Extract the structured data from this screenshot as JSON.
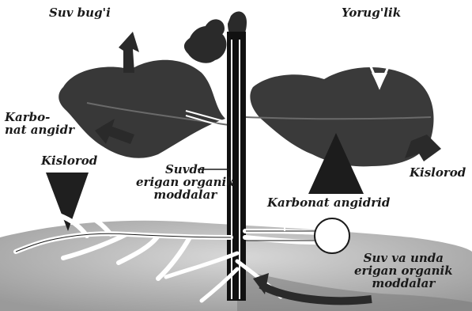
{
  "labels": {
    "water_vapor": "Suv bug'i",
    "light": "Yorug'lik",
    "co2_left": "Karbo-\nnat angidr",
    "oxygen_left": "Kislorod",
    "dissolved_organic": "Suvda\nerigan organik\nmoddalar",
    "oxygen_right": "Kislorod",
    "co2_right": "Karbonat angidrid",
    "water_dissolved": "Suv va unda\nerigan organik\nmoddalar"
  },
  "colors": {
    "leaf": "#3a3a3a",
    "leaf_dark": "#202020",
    "stem": "#111111",
    "ground": "#bdbdbd",
    "root": "#ffffff",
    "background": "#ffffff"
  }
}
